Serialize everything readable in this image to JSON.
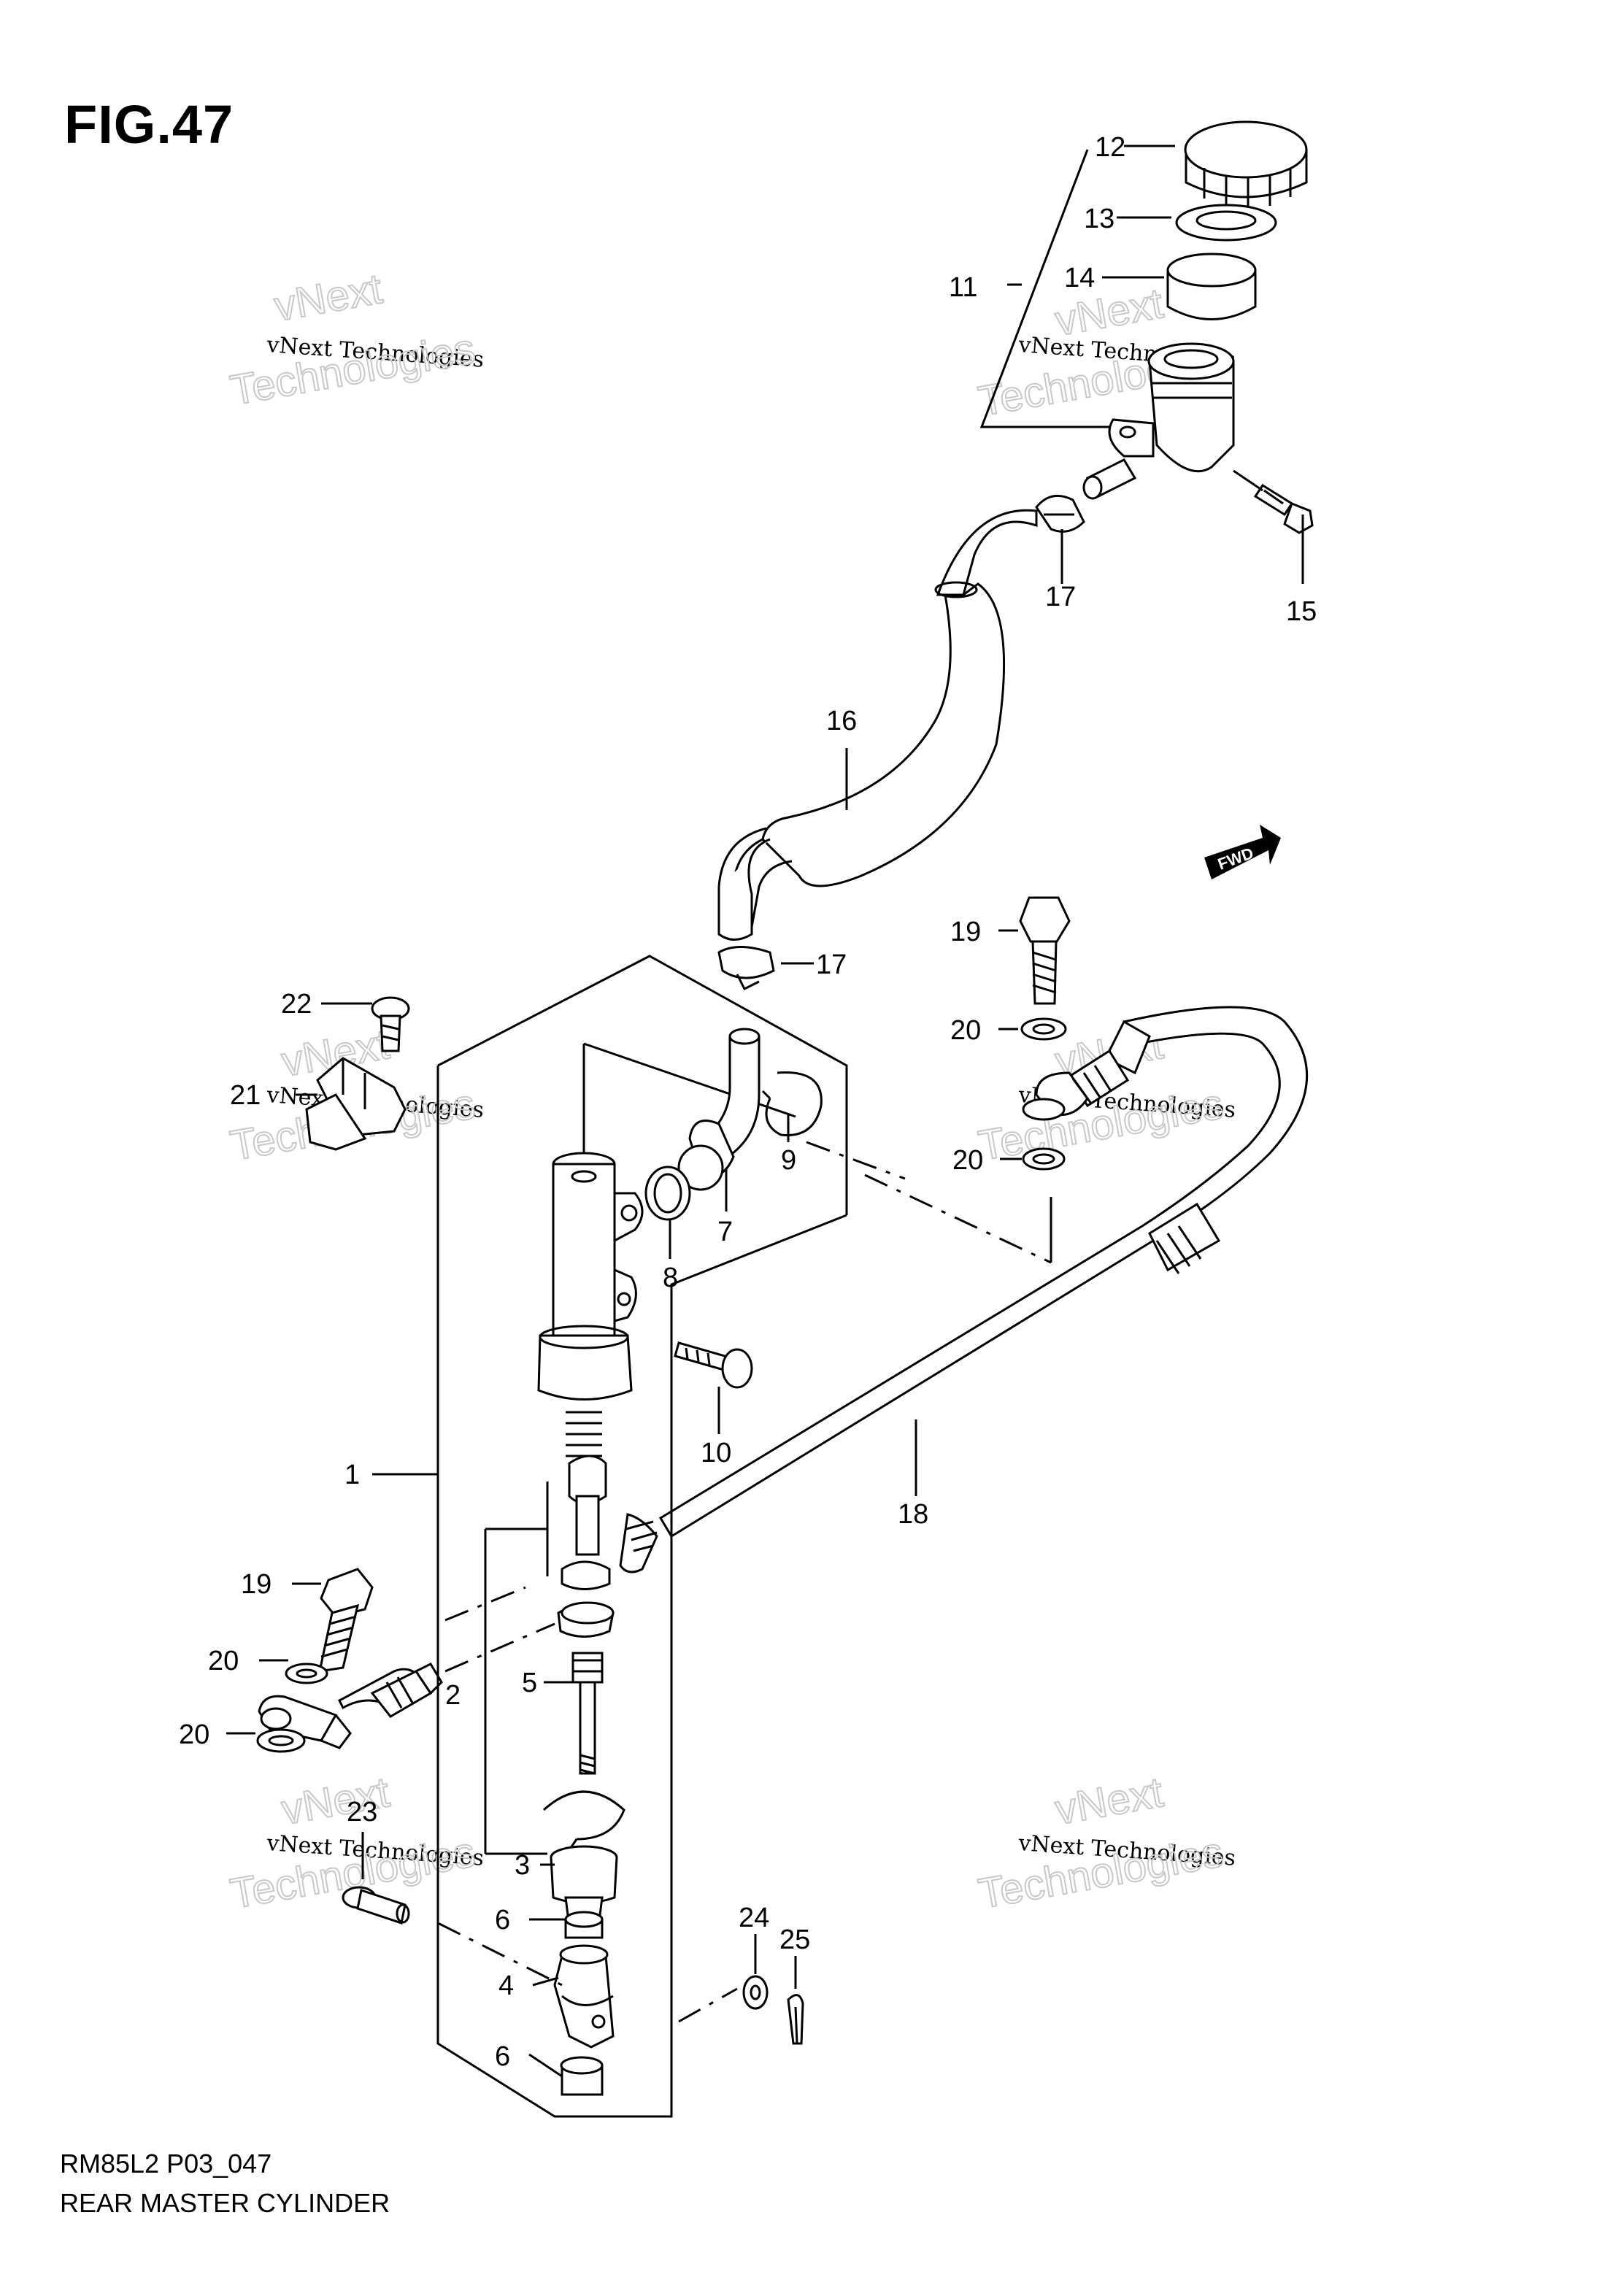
{
  "figure": {
    "title": "FIG.47",
    "model_code": "RM85L2 P03_047",
    "diagram_name": "REAR MASTER CYLINDER",
    "forward_label": "FWD"
  },
  "watermark": {
    "line1": "vNext Technologies",
    "line2": "vNext",
    "line3": "Technologies"
  },
  "part_numbers": [
    "1",
    "2",
    "3",
    "4",
    "5",
    "6",
    "7",
    "8",
    "9",
    "10",
    "11",
    "12",
    "13",
    "14",
    "15",
    "16",
    "17",
    "18",
    "19",
    "20",
    "21",
    "22",
    "23",
    "24",
    "25"
  ],
  "callout_labels": {
    "c1": "1",
    "c2": "2",
    "c3": "3",
    "c4": "4",
    "c5": "5",
    "c6a": "6",
    "c6b": "6",
    "c7": "7",
    "c8": "8",
    "c9": "9",
    "c10": "10",
    "c11": "11",
    "c12": "12",
    "c13": "13",
    "c14": "14",
    "c15": "15",
    "c16": "16",
    "c17a": "17",
    "c17b": "17",
    "c18": "18",
    "c19a": "19",
    "c19b": "19",
    "c20a": "20",
    "c20b": "20",
    "c20c": "20",
    "c20d": "20",
    "c21": "21",
    "c22": "22",
    "c23": "23",
    "c24": "24",
    "c25": "25"
  }
}
